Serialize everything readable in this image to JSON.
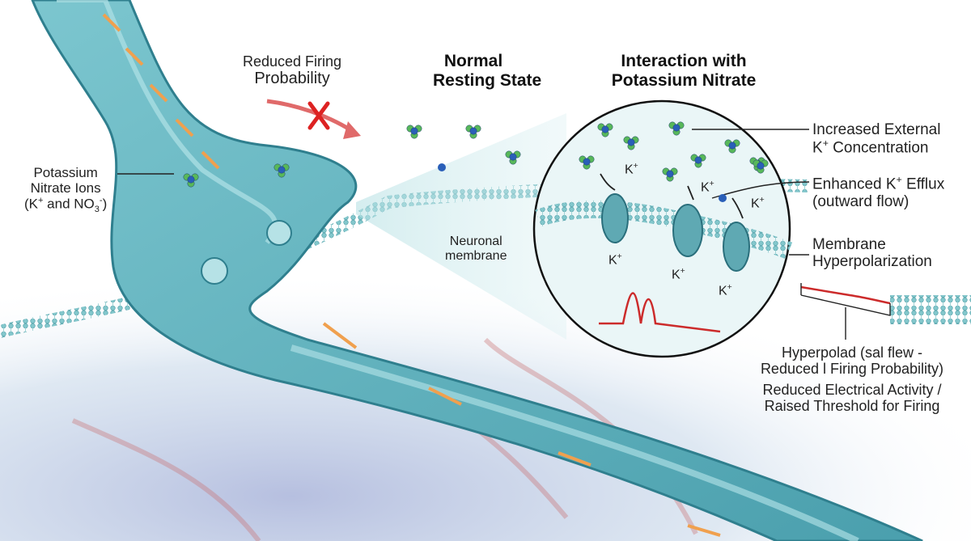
{
  "headings": {
    "normal_line1": "Normal",
    "normal_line2": "Resting State",
    "interaction_line1": "Interaction with",
    "interaction_line2": "Potassium Nitrate"
  },
  "reduced_firing": {
    "line1": "Reduced Firing",
    "line2": "Probability"
  },
  "ions_label": {
    "line1": "Potassium",
    "line2": "Nitrate Ions",
    "line3_prefix": "(K",
    "line3_sup": "+",
    "line3_mid": " and NO",
    "line3_sub": "3",
    "line3_sup2": "-",
    "line3_suffix": ")"
  },
  "membrane_label": {
    "line1": "Neuronal",
    "line2": "membrane"
  },
  "right_labels": {
    "external_line1": "Increased External",
    "external_line2_prefix": "K",
    "external_line2_sup": "+",
    "external_line2_suffix": " Concentration",
    "efflux_line1_prefix": "Enhanced K",
    "efflux_line1_sup": "+",
    "efflux_line1_suffix": " Efflux",
    "efflux_line2": "(outward flow)",
    "hyper_line1": "Membrane",
    "hyper_line2": "Hyperpolarization"
  },
  "inset_ions": {
    "k": "K",
    "plus": "+"
  },
  "caption": {
    "line1": "Hyperpolad (sal flew -",
    "line2": "Reduced l Firing Probability)",
    "line3": "Reduced Electrical Activity /",
    "line4": "Raised Threshold for Firing"
  },
  "colors": {
    "neuron_teal": "#5fb4bf",
    "neuron_dark": "#2f7f8e",
    "membrane_head": "#7ec3c9",
    "flow_arrow": "#f0a04e",
    "signal_red": "#cc2b2b",
    "ion_green": "#58b85a",
    "ion_blue": "#2a5fb8"
  }
}
